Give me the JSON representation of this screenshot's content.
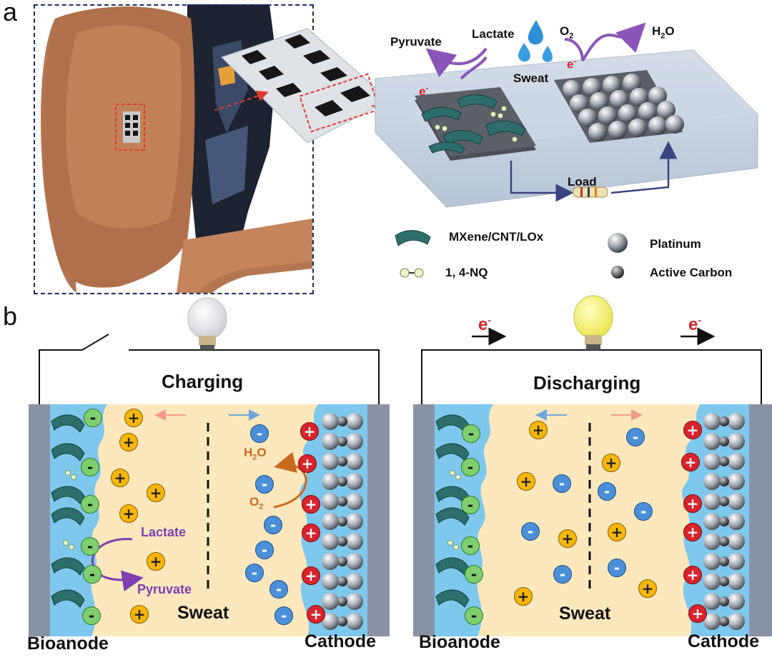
{
  "panel_a": {
    "letter": "a",
    "pyruvate": "Pyruvate",
    "lactate": "Lactate",
    "sweat": "Sweat",
    "o2": "O",
    "o2_sub": "2",
    "h2o_h": "H",
    "h2o_sub": "2",
    "h2o_o": "O",
    "electron_anode": "e",
    "electron_cathode": "e",
    "electron_sup": "-",
    "load": "Load",
    "legend": {
      "mxene": "MXene/CNT/LOx",
      "nq": "1, 4-NQ",
      "platinum": "Platinum",
      "active_carbon": "Active Carbon"
    }
  },
  "panel_b": {
    "letter": "b",
    "left": {
      "title": "Charging",
      "lactate": "Lactate",
      "pyruvate": "Pyruvate",
      "h2o_h": "H",
      "h2o_sub": "2",
      "h2o_o": "O",
      "o2": "O",
      "o2_sub": "2",
      "sweat": "Sweat",
      "bioanode": "Bioanode",
      "cathode": "Cathode"
    },
    "right": {
      "title": "Discharging",
      "electron": "e",
      "electron_sup": "-",
      "sweat": "Sweat",
      "bioanode": "Bioanode",
      "cathode": "Cathode"
    },
    "ion_plus": "+",
    "ion_minus": "-"
  },
  "colors": {
    "sweat_fill": "#fde8bd",
    "bio_blue": "#7ec8ee",
    "electrode_gray": "#8a93a6",
    "ion_cation": "#f6b70a",
    "ion_anion": "#4b8fd8",
    "ion_green": "#7fcf6f",
    "ion_red": "#d9232d",
    "purple": "#7d3fb0",
    "orange": "#c9691e"
  }
}
